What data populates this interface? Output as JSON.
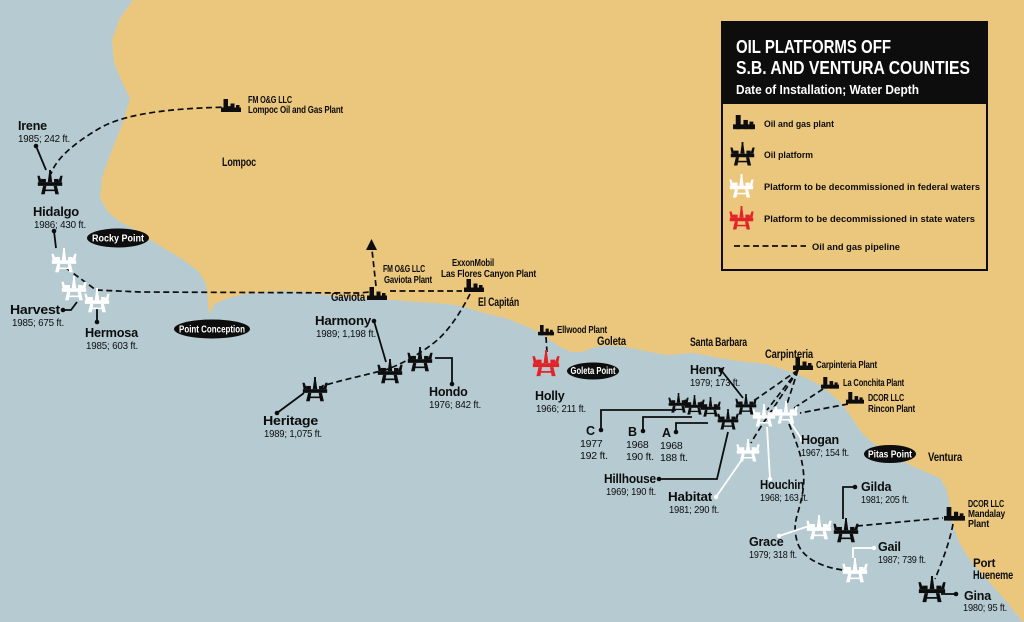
{
  "header": {
    "title1": "OIL PLATFORMS OFF",
    "title2": "S.B. AND VENTURA COUNTIES",
    "subtitle": "Date of Installation; Water Depth"
  },
  "legend": {
    "plant": "Oil and gas plant",
    "platform": "Oil platform",
    "federal": "Platform to be decommissioned in federal waters",
    "state": "Platform to be decommissioned in state waters",
    "pipeline": "Oil and gas pipeline"
  },
  "regions": {
    "lompoc": "Lompoc",
    "gaviota": "Gaviota",
    "el_capitan": "El Capitán",
    "goleta": "Goleta",
    "santa_barbara": "Santa Barbara",
    "carpinteria": "Carpinteria",
    "ventura": "Ventura",
    "port": "Port",
    "hueneme": "Hueneme"
  },
  "points": {
    "rocky": "Rocky Point",
    "conception": "Point Conception",
    "goleta_point": "Goleta Point",
    "pitas": "Pitas Point"
  },
  "plants": {
    "lompoc": [
      "FM O&G LLC",
      "Lompoc Oil and Gas Plant"
    ],
    "gaviota": [
      "FM O&G LLC",
      "Gaviota Plant"
    ],
    "las_flores": [
      "ExxonMobil",
      "Las Flores Canyon Plant"
    ],
    "ellwood": [
      "Ellwood Plant"
    ],
    "carpinteria": [
      "Carpinteria Plant"
    ],
    "la_conchita": [
      "La Conchita Plant"
    ],
    "rincon": [
      "DCOR LLC",
      "Rincon Plant"
    ],
    "mandalay": [
      "DCOR LLC",
      "Mandalay",
      "Plant"
    ]
  },
  "platforms": {
    "irene": {
      "name": "Irene",
      "details": [
        "1985; 242 ft."
      ],
      "status": "active"
    },
    "hidalgo": {
      "name": "Hidalgo",
      "details": [
        "1986; 430 ft."
      ],
      "status": "federal"
    },
    "harvest": {
      "name": "Harvest",
      "details": [
        "1985; 675 ft."
      ],
      "status": "federal"
    },
    "hermosa": {
      "name": "Hermosa",
      "details": [
        "1985; 603 ft."
      ],
      "status": "federal"
    },
    "heritage": {
      "name": "Heritage",
      "details": [
        "1989; 1,075 ft."
      ],
      "status": "active"
    },
    "harmony": {
      "name": "Harmony",
      "details": [
        "1989; 1,198 ft."
      ],
      "status": "active"
    },
    "hondo": {
      "name": "Hondo",
      "details": [
        "1976; 842 ft."
      ],
      "status": "active"
    },
    "holly": {
      "name": "Holly",
      "details": [
        "1966; 211 ft."
      ],
      "status": "state"
    },
    "henry": {
      "name": "Henry",
      "details": [
        "1979; 173 ft."
      ],
      "status": "active"
    },
    "c": {
      "name": "C",
      "details": [
        "1977",
        "192 ft."
      ],
      "status": "active"
    },
    "b": {
      "name": "B",
      "details": [
        "1968",
        "190 ft."
      ],
      "status": "active"
    },
    "a": {
      "name": "A",
      "details": [
        "1968",
        "188 ft."
      ],
      "status": "active"
    },
    "hillhouse": {
      "name": "Hillhouse",
      "details": [
        "1969; 190 ft."
      ],
      "status": "active"
    },
    "habitat": {
      "name": "Habitat",
      "details": [
        "1981; 290 ft."
      ],
      "status": "federal"
    },
    "houchin": {
      "name": "Houchin",
      "details": [
        "1968; 163 ft."
      ],
      "status": "federal"
    },
    "hogan": {
      "name": "Hogan",
      "details": [
        "1967; 154 ft."
      ],
      "status": "federal"
    },
    "gilda": {
      "name": "Gilda",
      "details": [
        "1981; 205 ft."
      ],
      "status": "active"
    },
    "grace": {
      "name": "Grace",
      "details": [
        "1979; 318 ft."
      ],
      "status": "federal"
    },
    "gail": {
      "name": "Gail",
      "details": [
        "1987; 739 ft."
      ],
      "status": "federal"
    },
    "gina": {
      "name": "Gina",
      "details": [
        "1980; 95 ft."
      ],
      "status": "active"
    }
  },
  "colors": {
    "land": "#EBC77D",
    "sea": "#B5CBD1",
    "ink": "#0D0D0D",
    "state_red": "#E22328",
    "federal_white": "#FFFFFF"
  }
}
